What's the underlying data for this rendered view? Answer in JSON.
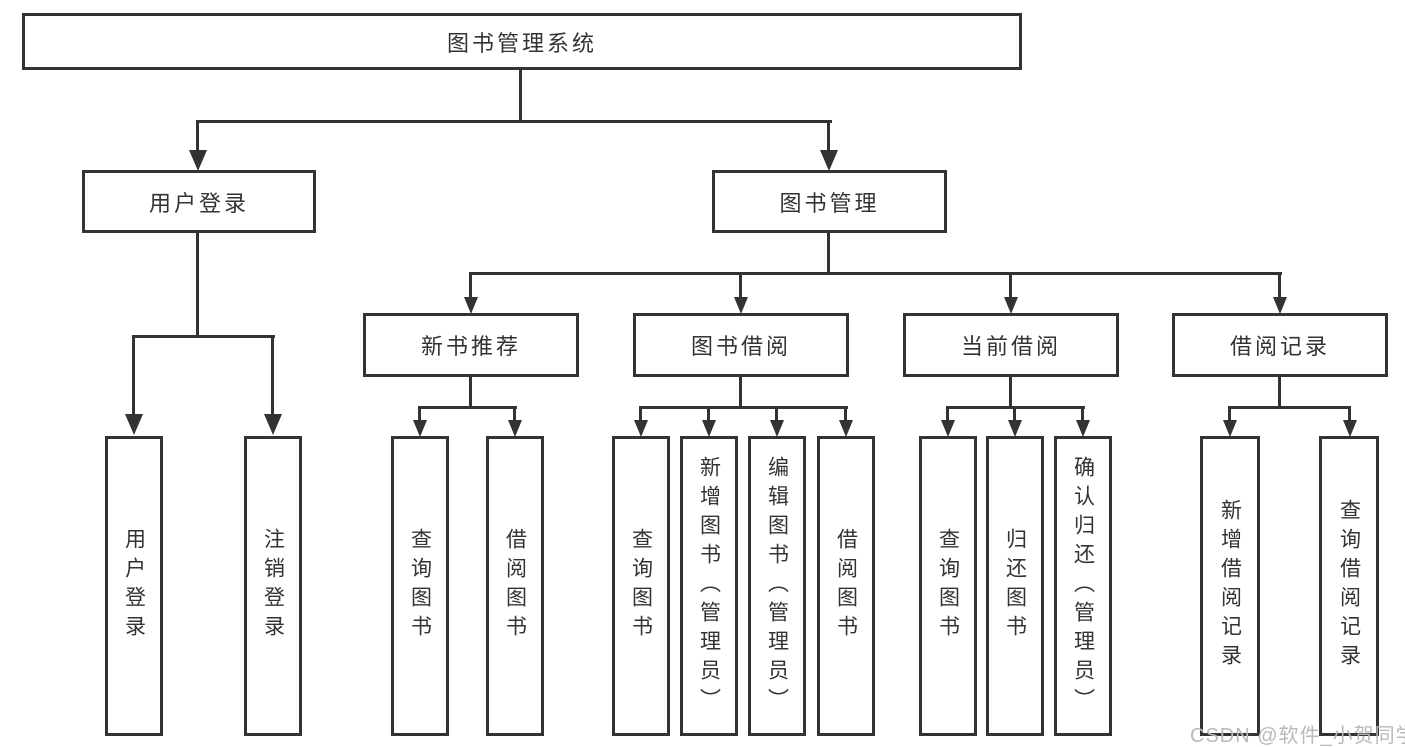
{
  "diagram": {
    "type": "hierarchy-diagram",
    "root": {
      "label": "图书管理系统"
    },
    "level2": {
      "login": {
        "label": "用户登录"
      },
      "management": {
        "label": "图书管理"
      }
    },
    "level3": {
      "new_books": {
        "label": "新书推荐"
      },
      "borrowing": {
        "label": "图书借阅"
      },
      "current": {
        "label": "当前借阅"
      },
      "records": {
        "label": "借阅记录"
      }
    },
    "leaves": {
      "login_user": "用户登录",
      "login_logout": "注销登录",
      "newbooks_query": "查询图书",
      "newbooks_borrow": "借阅图书",
      "borrow_query": "查询图书",
      "borrow_add": "新增图书（管理员）",
      "borrow_edit": "编辑图书（管理员）",
      "borrow_borrow": "借阅图书",
      "current_query": "查询图书",
      "current_return": "归还图书",
      "current_confirm": "确认归还（管理员）",
      "records_add": "新增借阅记录",
      "records_query": "查询借阅记录"
    },
    "colors": {
      "line": "#333333",
      "text": "#333333",
      "background": "#ffffff",
      "watermark": "#b9b9b9"
    }
  },
  "watermark": {
    "text": "CSDN @软件_小贺同学"
  }
}
